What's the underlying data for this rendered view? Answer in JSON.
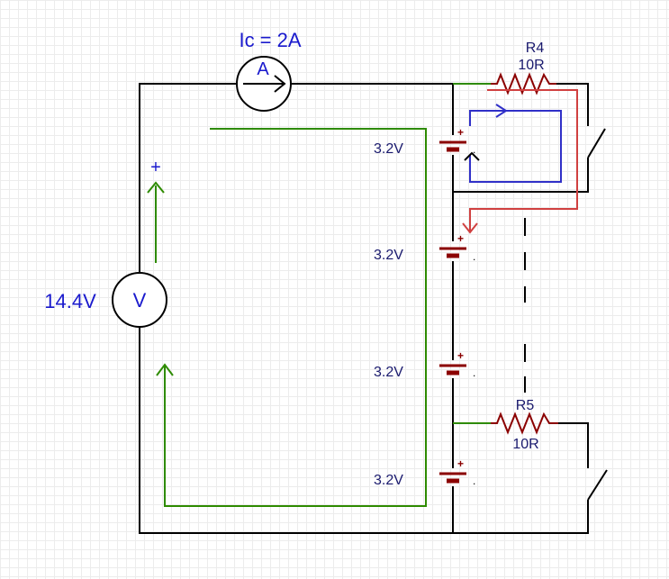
{
  "ammeter": {
    "reading": "Ic = 2A",
    "symbol": "A"
  },
  "voltmeter": {
    "reading": "14.4V",
    "symbol": "V",
    "polarity": "+"
  },
  "cells": [
    {
      "voltage": "3.2V",
      "polarity": "+"
    },
    {
      "voltage": "3.2V",
      "polarity": "+"
    },
    {
      "voltage": "3.2V",
      "polarity": "+"
    },
    {
      "voltage": "3.2V",
      "polarity": "+"
    }
  ],
  "resistors": [
    {
      "name": "R4",
      "value": "10R"
    },
    {
      "name": "R5",
      "value": "10R"
    }
  ],
  "colors": {
    "wire": "#000000",
    "component": "#8b0000",
    "main_current": "#2e8b00",
    "balance_loop": "#d04040",
    "cell_loop": "#3030c8",
    "label_blue": "#1a1acd",
    "label_dark": "#1a1a6e"
  }
}
